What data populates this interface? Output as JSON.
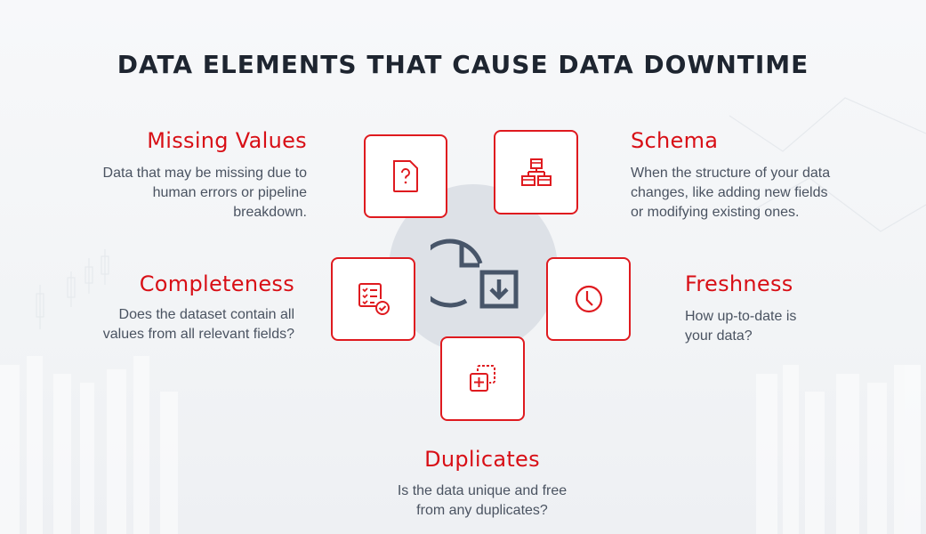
{
  "title": "DATA ELEMENTS THAT CAUSE DATA DOWNTIME",
  "colors": {
    "accent": "#d80f16",
    "title": "#1e2530",
    "body_text": "#4a5361",
    "hub": "#dde1e7",
    "hub_icon": "#475569"
  },
  "center": {
    "icon": "clock-download-icon"
  },
  "items": [
    {
      "title": "Missing Values",
      "description_lines": [
        "Data that may be missing due to",
        "human errors or pipeline",
        "breakdown."
      ],
      "icon": "file-question-icon"
    },
    {
      "title": "Schema",
      "description_lines": [
        "When the structure of your data",
        "changes, like adding new fields",
        "or modifying existing ones."
      ],
      "icon": "hierarchy-icon"
    },
    {
      "title": "Completeness",
      "description_lines": [
        "Does the dataset contain all",
        "values from all relevant fields?"
      ],
      "icon": "checklist-icon"
    },
    {
      "title": "Freshness",
      "description_lines": [
        "How up-to-date is",
        "your data?"
      ],
      "icon": "clock-icon"
    },
    {
      "title": "Duplicates",
      "description_lines": [
        "Is the data unique and free",
        "from any duplicates?"
      ],
      "icon": "duplicate-icon"
    }
  ]
}
